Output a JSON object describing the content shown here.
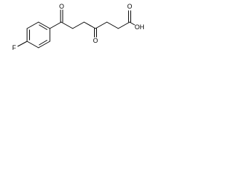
{
  "molecule": {
    "atoms": {
      "fluorine": "F",
      "ketone_oxygen_1": "O",
      "ketone_oxygen_2": "O",
      "carbonyl_oxygen": "O",
      "hydroxyl": "OH"
    }
  }
}
